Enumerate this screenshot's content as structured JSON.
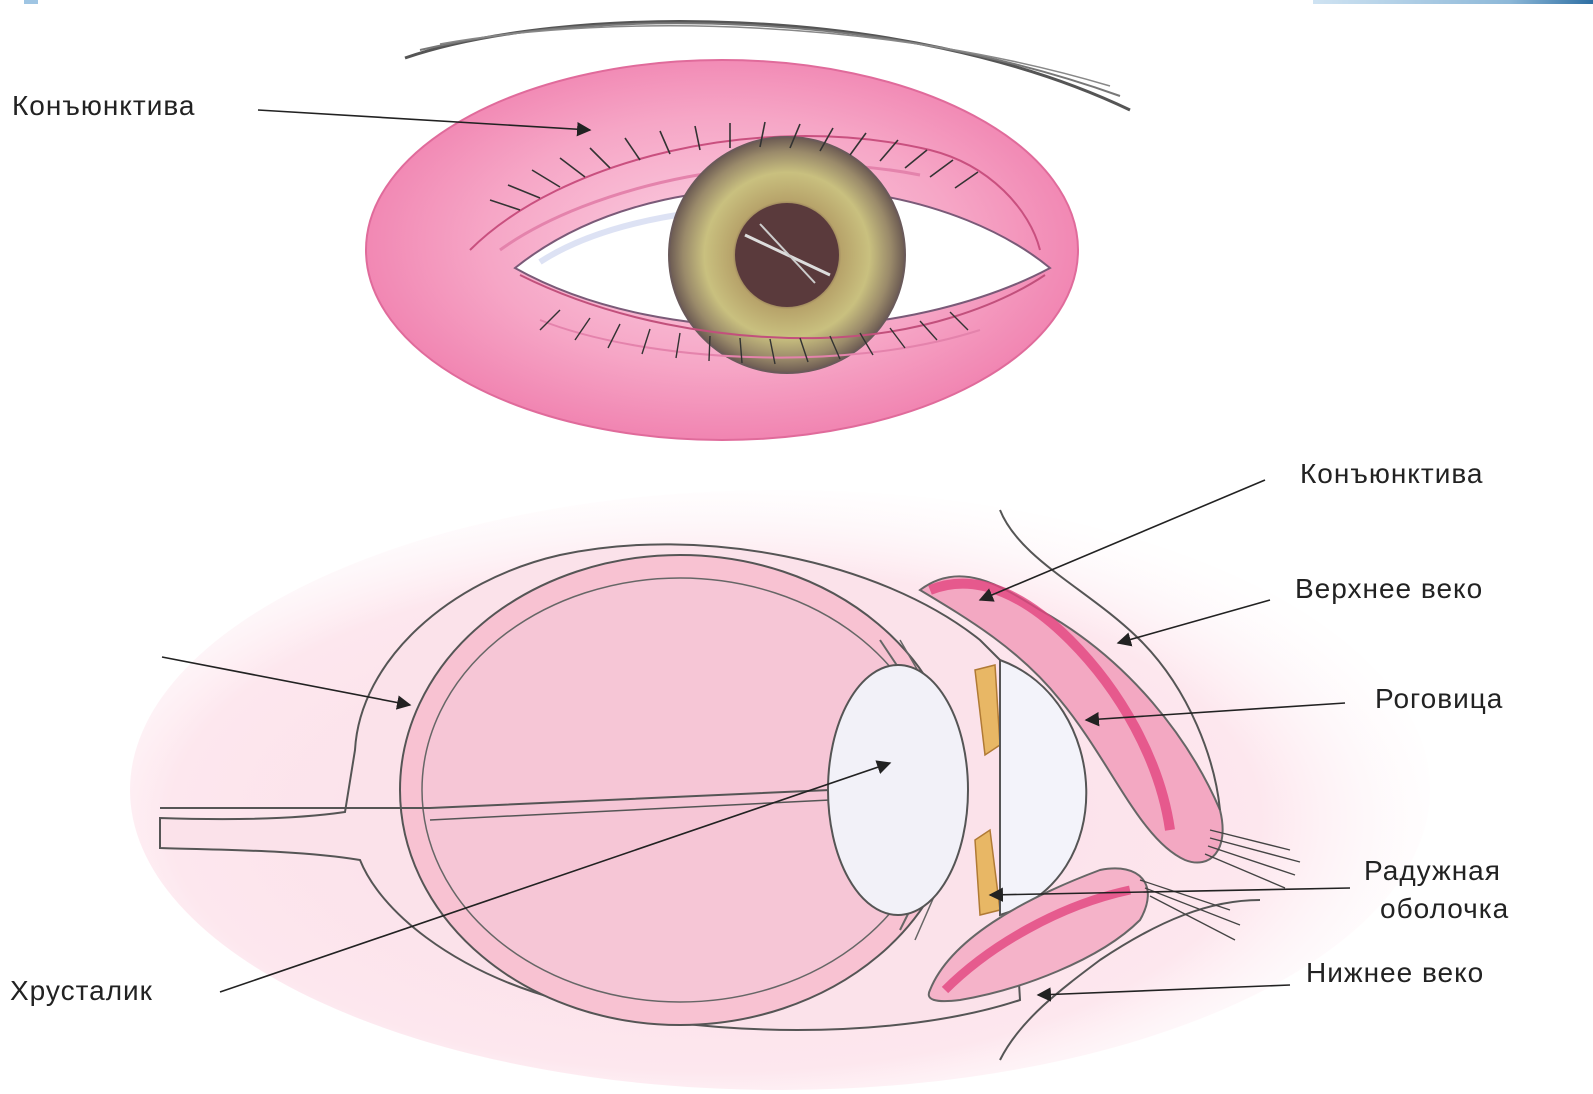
{
  "labels": {
    "conjunctiva_front": "Конъюнктива",
    "conjunctiva_side": "Конъюнктива",
    "upper_eyelid": "Верхнее веко",
    "cornea": "Роговица",
    "iris_line1": "Радужная",
    "iris_line2": "оболочка",
    "lower_eyelid": "Нижнее веко",
    "lens": "Хрусталик"
  },
  "colors": {
    "conjunctiva_pink": "#f58fb8",
    "soft_pink": "#fbd6e3",
    "eyelid_magenta": "#ee6f9a",
    "iris_green": "#a7a86a",
    "pupil": "#5a3a3c",
    "ciliary_tan": "#e8b765"
  }
}
